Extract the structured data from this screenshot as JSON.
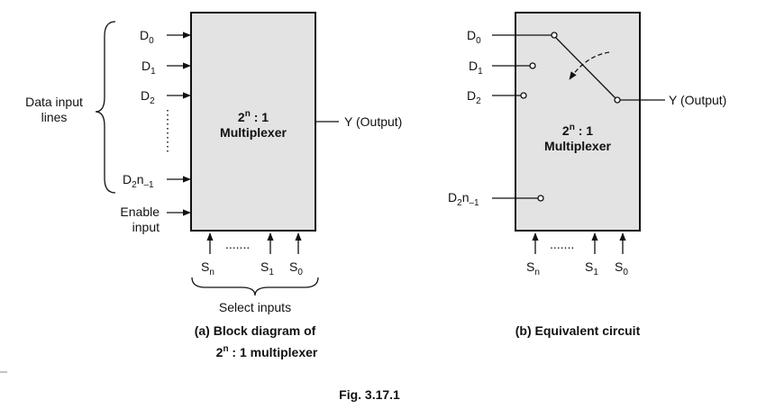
{
  "diagram_a": {
    "inputs": {
      "d0": {
        "base": "D",
        "sub": "0"
      },
      "d1": {
        "base": "D",
        "sub": "1"
      },
      "d2": {
        "base": "D",
        "sub": "2"
      },
      "d2n": {
        "base": "D",
        "sub": "2",
        "mid": "n",
        "sub2": "–1"
      }
    },
    "enable_line1": "Enable",
    "enable_line2": "input",
    "data_label_line1": "Data input",
    "data_label_line2": "lines",
    "block_title_base": "2",
    "block_title_sup": "n",
    "block_title_rest": " : 1",
    "block_name": "Multiplexer",
    "output": "Y (Output)",
    "select": {
      "sn": {
        "base": "S",
        "sub": "n"
      },
      "s1": {
        "base": "S",
        "sub": "1"
      },
      "s0": {
        "base": "S",
        "sub": "0"
      },
      "dots": "......."
    },
    "select_label": "Select inputs",
    "caption_line1": "(a) Block diagram of",
    "caption_line2_base": "2",
    "caption_line2_sup": "n",
    "caption_line2_rest": " : 1 multiplexer"
  },
  "diagram_b": {
    "inputs": {
      "d0": {
        "base": "D",
        "sub": "0"
      },
      "d1": {
        "base": "D",
        "sub": "1"
      },
      "d2": {
        "base": "D",
        "sub": "2"
      },
      "d2n": {
        "base": "D",
        "sub": "2",
        "mid": "n",
        "sub2": "–1"
      }
    },
    "block_title_base": "2",
    "block_title_sup": "n",
    "block_title_rest": " : 1",
    "block_name": "Multiplexer",
    "output": "Y (Output)",
    "select": {
      "sn": {
        "base": "S",
        "sub": "n"
      },
      "s1": {
        "base": "S",
        "sub": "1"
      },
      "s0": {
        "base": "S",
        "sub": "0"
      },
      "dots": "......."
    },
    "caption": "(b) Equivalent circuit"
  },
  "figure_caption": "Fig. 3.17.1"
}
